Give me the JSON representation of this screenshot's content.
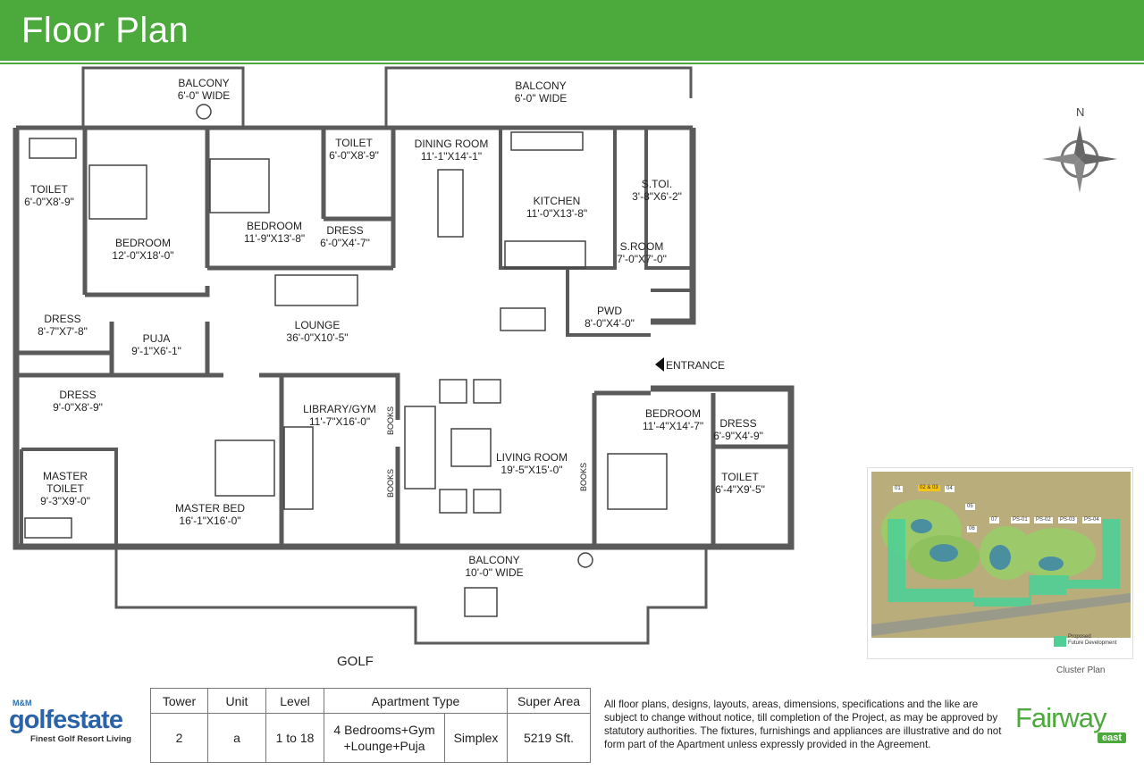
{
  "header": {
    "title": "Floor Plan",
    "color": "#4caa3c"
  },
  "plan": {
    "rooms": [
      {
        "name": "BALCONY",
        "size": "6'-0\" WIDE"
      },
      {
        "name": "BALCONY",
        "size": "6'-0\" WIDE"
      },
      {
        "name": "TOILET",
        "size": "6'-0\"X8'-9\""
      },
      {
        "name": "DINING ROOM",
        "size": "11'-1\"X14'-1\""
      },
      {
        "name": "TOILET",
        "size": "6'-0\"X8'-9\""
      },
      {
        "name": "KITCHEN",
        "size": "11'-0\"X13'-8\""
      },
      {
        "name": "S.TOI.",
        "size": "3'-8\"X6'-2\""
      },
      {
        "name": "BEDROOM",
        "size": "12'-0\"X18'-0\""
      },
      {
        "name": "BEDROOM",
        "size": "11'-9\"X13'-8\""
      },
      {
        "name": "DRESS",
        "size": "6'-0\"X4'-7\""
      },
      {
        "name": "S.ROOM",
        "size": "7'-0\"X7'-0\""
      },
      {
        "name": "PWD",
        "size": "8'-0\"X4'-0\""
      },
      {
        "name": "DRESS",
        "size": "8'-7\"X7'-8\""
      },
      {
        "name": "LOUNGE",
        "size": "36'-0\"X10'-5\""
      },
      {
        "name": "PUJA",
        "size": "9'-1\"X6'-1\""
      },
      {
        "name": "DRESS",
        "size": "9'-0\"X8'-9\""
      },
      {
        "name": "LIBRARY/GYM",
        "size": "11'-7\"X16'-0\""
      },
      {
        "name": "BEDROOM",
        "size": "11'-4\"X14'-7\""
      },
      {
        "name": "DRESS",
        "size": "6'-9\"X4'-9\""
      },
      {
        "name": "LIVING ROOM",
        "size": "19'-5\"X15'-0\""
      },
      {
        "name": "TOILET",
        "size": "6'-4\"X9'-5\""
      },
      {
        "name": "MASTER\nTOILET",
        "size": "9'-3\"X9'-0\""
      },
      {
        "name": "MASTER BED",
        "size": "16'-1\"X16'-0\""
      },
      {
        "name": "BALCONY",
        "size": "10'-0\" WIDE"
      }
    ],
    "entrance": "ENTRANCE",
    "books": "BOOKS",
    "golf": "GOLF",
    "compass": "N",
    "wall_color": "#5a5a5a"
  },
  "cluster_plan": {
    "caption": "Cluster Plan",
    "blocks": [
      "01",
      "02 & 03",
      "04",
      "05",
      "06",
      "07",
      "PS-01",
      "PS-02",
      "PS-03",
      "PS-04"
    ],
    "highlight": "02 & 03",
    "legend": "Proposed\nFuture Development",
    "legend_color": "#4fcf96"
  },
  "table": {
    "headers": [
      "Tower",
      "Unit",
      "Level",
      "Apartment Type",
      "Super Area"
    ],
    "row": {
      "tower": "2",
      "unit": "a",
      "level": "1 to 18",
      "type": "4 Bedrooms+Gym\n+Lounge+Puja",
      "subtype": "Simplex",
      "area": "5219 Sft."
    }
  },
  "disclaimer": "All floor plans, designs, layouts, areas, dimensions, specifications and the like are subject to change without notice, till completion of the Project, as may be approved by statutory authorities. The fixtures, furnishings and appliances are illustrative and do not form part of the Apartment unless expressly provided in the Agreement.",
  "logos": {
    "left": {
      "brand": "M&M",
      "name": "golfestate",
      "tagline": "Finest Golf Resort Living"
    },
    "right": {
      "name": "Fairway",
      "sub": "east"
    }
  }
}
